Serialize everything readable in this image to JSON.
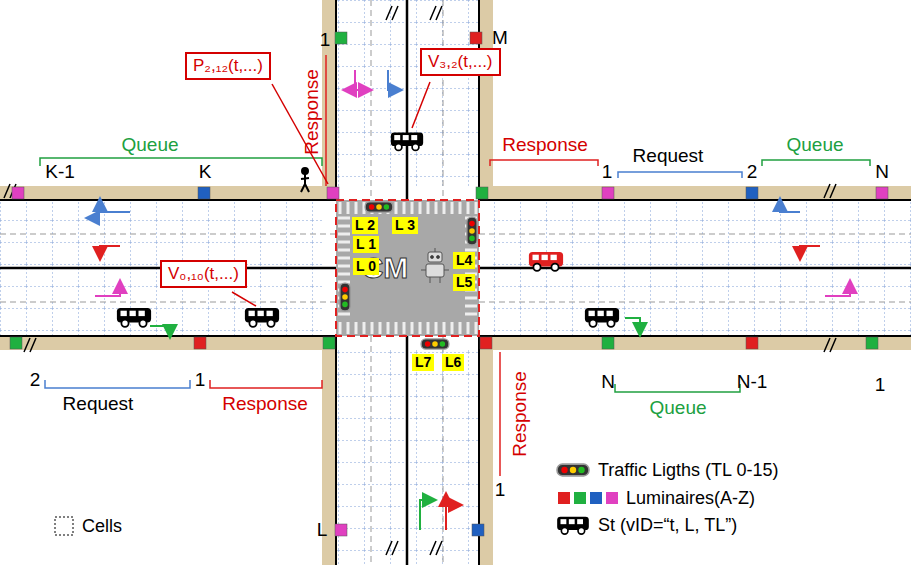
{
  "diagram": {
    "nodes": [
      {
        "text": [
          "P₂,₁₂(t,...)"
        ]
      },
      {
        "text": [
          "V₃,₂(t,...)"
        ]
      },
      {
        "text": [
          "L 2"
        ]
      },
      {
        "text": [
          "L 3"
        ]
      },
      {
        "text": [
          "L4"
        ]
      },
      {
        "text": [
          "L5"
        ]
      },
      {
        "text": [
          "V₀,₁₀(t,...)"
        ]
      },
      {
        "text": [
          "CM"
        ]
      },
      {
        "text": [
          "L 1"
        ]
      },
      {
        "text": [
          "L 0"
        ]
      },
      {
        "text": [
          "L7"
        ]
      },
      {
        "text": [
          "L6"
        ]
      }
    ],
    "labels": [
      "K-1",
      "K",
      "Queue",
      "1",
      "M",
      "Response",
      "Response",
      "1",
      "Request",
      "2",
      "Queue",
      "N",
      "2",
      "Request",
      "1",
      "Response",
      "N",
      "N-1",
      "Queue",
      "1",
      "L",
      "1",
      "Response"
    ],
    "legend": [
      {
        "text": "Cells"
      },
      {
        "text": "Traffic Ligths (TL 0-15)"
      },
      {
        "text": "Luminaires(A-Z)"
      },
      {
        "text": "St (vID=“t, L, TL”)"
      }
    ]
  }
}
